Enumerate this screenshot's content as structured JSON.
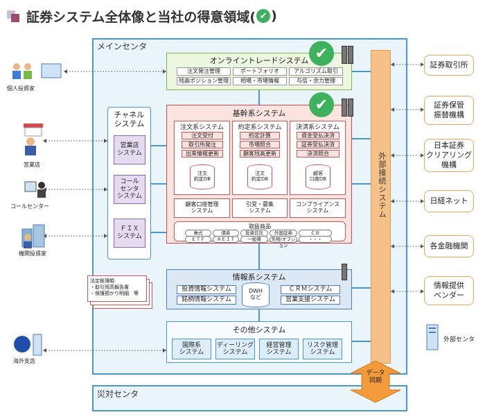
{
  "title": "証券システム全体像と当社の得意領域(",
  "title_check": "✔",
  "title_close": ")",
  "centers": {
    "main": "メインセンタ",
    "dr": "災対センタ"
  },
  "online": {
    "title": "オンライントレードシステム",
    "cells": [
      "注文発注管理",
      "ポートフォリオ",
      "アルゴリズム取引",
      "残高ポジション管理",
      "相場・市場情報",
      "与信・余力管理"
    ]
  },
  "core": {
    "title": "基幹系システム",
    "order": {
      "title": "注文系システム",
      "items": [
        "注文受付",
        "取引所発注",
        "出来情報更新"
      ],
      "db": "注文\n約定DB"
    },
    "exec": {
      "title": "約定系システム",
      "items": [
        "約定計算",
        "市場照合",
        "顧客残高更新"
      ],
      "db": "注文\n約定DB"
    },
    "settle": {
      "title": "決済系システム",
      "items": [
        "資金受払決済",
        "証券受払決済",
        "決済照合"
      ],
      "db": "顧客\n口座DB"
    },
    "mid": [
      "顧客口座管理\nシステム",
      "引受・募集\nシステム",
      "コンプライアンス\nシステム"
    ],
    "products": {
      "title": "取扱商品",
      "row1": [
        "株式",
        "債券",
        "投資信託",
        "外国証券",
        "ＣＢ"
      ],
      "row2": [
        "ＥＴＦ",
        "ＲＥＩＴ",
        "一般債",
        "先物/オプション",
        "・・・"
      ]
    }
  },
  "channel": {
    "title": "チャネル\nシステム",
    "items": [
      "営業店\nシステム",
      "コール\nセンタ\nシステム",
      "ＦＩＸ\nシステム"
    ]
  },
  "ext": "外部接続システム",
  "info": {
    "title": "情報系システム",
    "items": [
      "投資情報システム",
      "銘柄情報システム",
      "ＣＲＭシステム",
      "営業支援システム"
    ],
    "dwh": "DWH\nなど"
  },
  "other": {
    "title": "その他システム",
    "items": [
      "国際系\nシステム",
      "ディーリング\nシステム",
      "経営管理\nシステム",
      "リスク管理\nシステム"
    ]
  },
  "data_sync": "データ\n同期",
  "docs": "法定帳簿類\n・取引残高報告書\n・保護預かり明細　等",
  "left": [
    "個人投資家",
    "営業店",
    "コールセンター",
    "機関投資家",
    "海外支店"
  ],
  "right": [
    "証券取引所",
    "証券保管\n振替機構",
    "日本証券\nクリアリング\n機構",
    "日経ネット",
    "各金融機関",
    "情報提供\nベンダー"
  ],
  "ext_center": "外部センタ",
  "colors": {
    "check": "#3db15d",
    "border": "#4a96cc",
    "core": "#d14c4c",
    "online": "#7ab648",
    "ext": "#f6c089"
  }
}
